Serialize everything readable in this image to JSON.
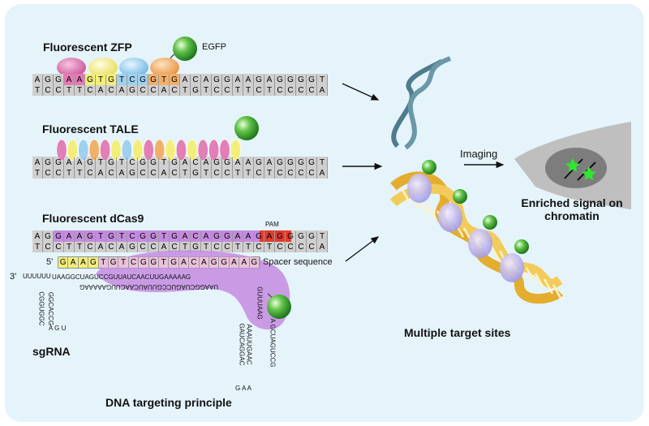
{
  "sections": {
    "zfp_title": "Fluorescent ZFP",
    "tale_title": "Fluorescent TALE",
    "dcas9_title": "Fluorescent dCas9",
    "egfp": "EGFP",
    "pam": "PAM",
    "spacer": "Spacer sequence",
    "five_prime": "5'",
    "three_prime": "3'",
    "sgrna": "sgRNA",
    "principle": "DNA targeting principle",
    "multiple": "Multiple target sites",
    "imaging": "Imaging",
    "enriched": "Enriched signal on chromatin"
  },
  "dna": {
    "top": "AGGAAGTGTCGGTGACAGGAAGAGGGGT",
    "bottom": "TCCTTCACAGCCACTGTCCTTCTCCCCA",
    "tale_top": "AGGAAGTGTCGGTGACAGGAAGAGGGGT",
    "tale_bottom": "TCCTTCACAGCCACTGTCCTTCTCCCCA",
    "cas_top": "AGGAAGTGTCGGTGACAGGAAGAGGGGT",
    "cas_bottom": "TCCTTCACAGCCACTGTCCTTCTCCCCA",
    "spacer_seq": "GAAGTGTCGGTGACAGGAAG"
  },
  "sgrna_text": {
    "loop1": "UUUUUU",
    "row1": "GGCACCG",
    "row2": "CGGUGGC",
    "tail": "A G U",
    "stem_a": "UAAGGCUAGUCCGUUAUCAACUUGAAAAAG",
    "stem_b": "GUUUAAG",
    "stem_c": "AAAUUGAAC",
    "stem_d": "A GCUAGUCCG",
    "stem_e": "GAUCAGGAC",
    "ends": "G A A"
  },
  "colors": {
    "background": "#e5f4fb",
    "zf1": "#d66fa8",
    "zf2": "#f3ee7a",
    "zf3": "#9fd0ee",
    "zf4": "#f1b06a",
    "egfp": "#3dab3a",
    "pam": "#e23a2c",
    "dcas9": "#c58be0",
    "helix": "#e4ad2e",
    "ribbon": "#4f7c8c"
  }
}
